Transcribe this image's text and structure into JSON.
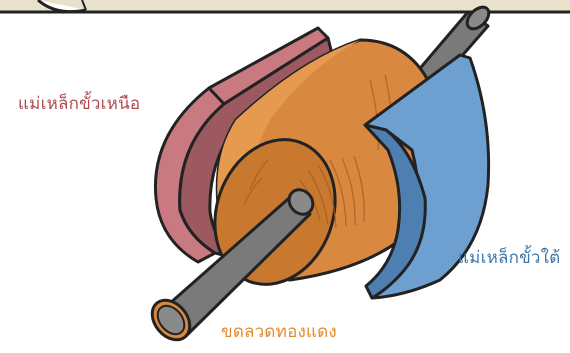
{
  "labels": {
    "north_magnet": "แม่เหล็กขั้วเหนือ",
    "south_magnet": "แม่เหล็กขั้วใต้",
    "copper_coil": "ขดลวดทองแดง"
  },
  "colors": {
    "north_magnet": "#c97a80",
    "north_magnet_dark": "#9c5a60",
    "south_magnet": "#6d9fd0",
    "south_magnet_dark": "#4e7fb2",
    "copper_coil": "#d9893f",
    "copper_coil_dark": "#b96a2a",
    "shaft": "#7a7a7a",
    "outline": "#222222",
    "label_north": "#b04a4e",
    "label_south": "#3f77a8",
    "label_coil": "#e38a2f"
  }
}
